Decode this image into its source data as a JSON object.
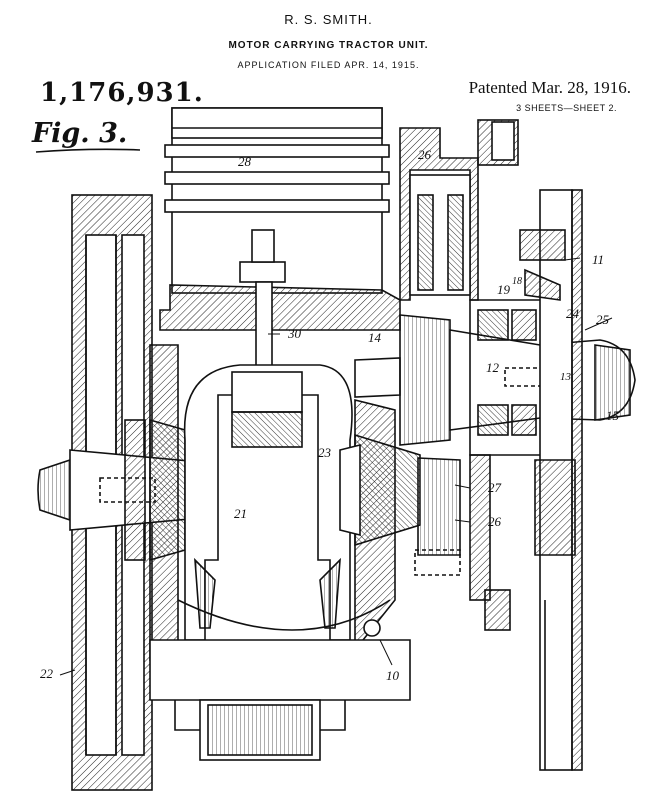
{
  "header": {
    "inventor": "R. S. SMITH.",
    "title": "MOTOR CARRYING TRACTOR UNIT.",
    "filed": "APPLICATION FILED APR. 14, 1915.",
    "patent_number": "1,176,931.",
    "patented": "Patented Mar. 28, 1916.",
    "sheets": "3 SHEETS—SHEET 2."
  },
  "figure": {
    "label": "Fig. 3.",
    "reference_numerals": {
      "n28": "28",
      "n26a": "26",
      "n11": "11",
      "n18": "18",
      "n19": "19",
      "n24": "24",
      "n25": "25",
      "n30": "30",
      "n14": "14",
      "n12": "12",
      "n13": "13",
      "n15": "15",
      "n23": "23",
      "n21": "21",
      "n27": "27",
      "n26b": "26",
      "n22": "22",
      "n10": "10"
    }
  }
}
